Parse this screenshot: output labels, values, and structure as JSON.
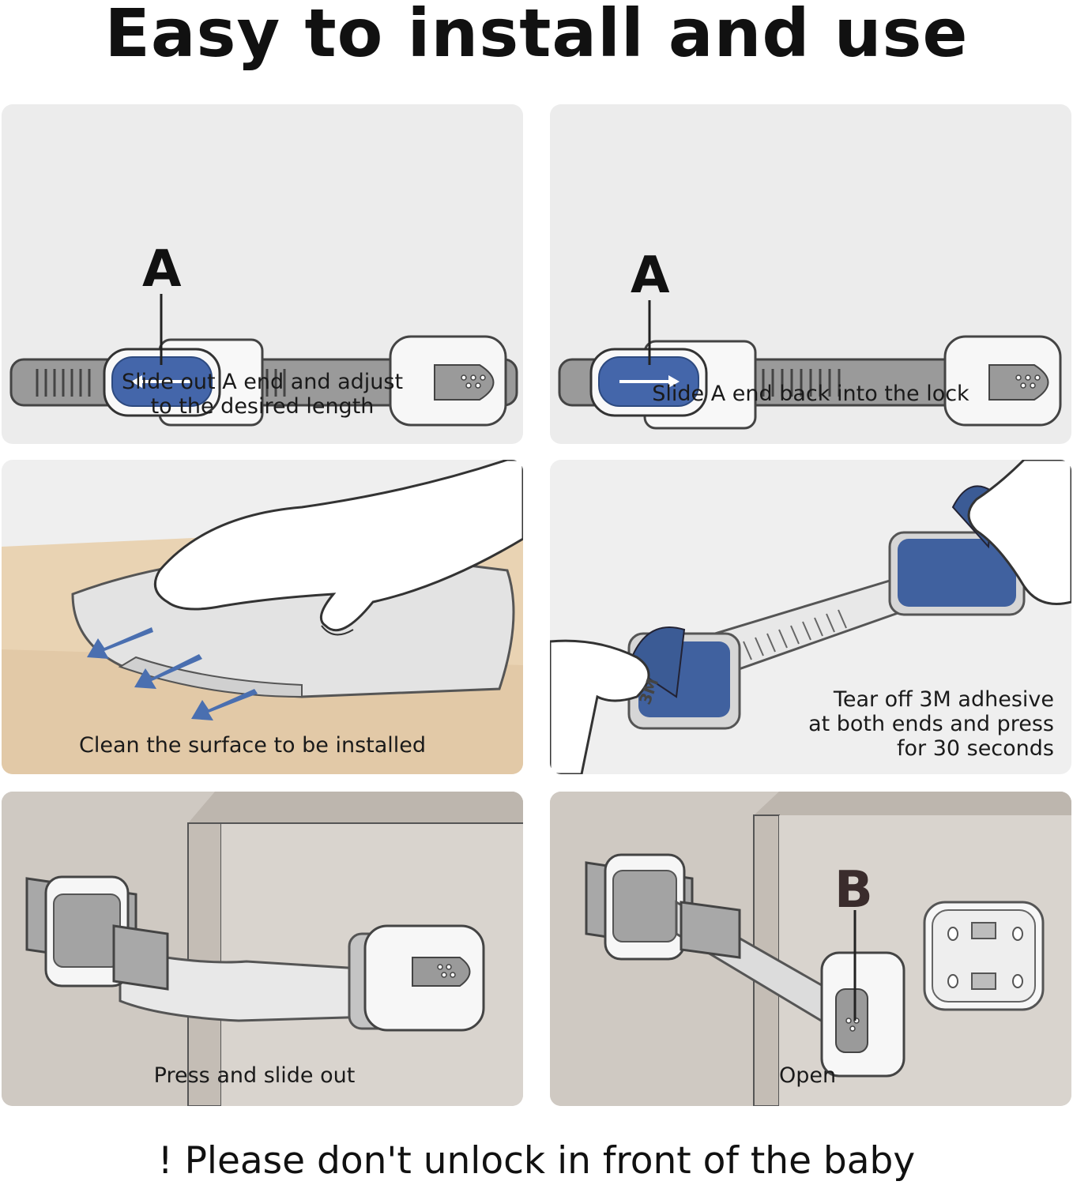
{
  "title": "Easy to install and use",
  "panels": {
    "step1": {
      "marker": "A",
      "caption_line1": "Slide out A end and adjust",
      "caption_line2": "to the desired length"
    },
    "step2": {
      "marker": "A",
      "caption": "Slide A end back into the lock"
    },
    "step3": {
      "caption": "Clean the surface to be installed"
    },
    "step4": {
      "brand_mark": "3M",
      "caption_line1": "Tear off 3M adhesive",
      "caption_line2": "at both ends and press",
      "caption_line3": "for 30 seconds"
    },
    "step5": {
      "caption": "Press and slide out"
    },
    "step6": {
      "marker": "B",
      "caption": "Open"
    }
  },
  "footer": "! Please don't unlock in front of the baby",
  "colors": {
    "blue": "#3f63a3",
    "gray": "#8e8e8e",
    "panel_bg": "#ededed",
    "wood": "#e9d3b3"
  }
}
